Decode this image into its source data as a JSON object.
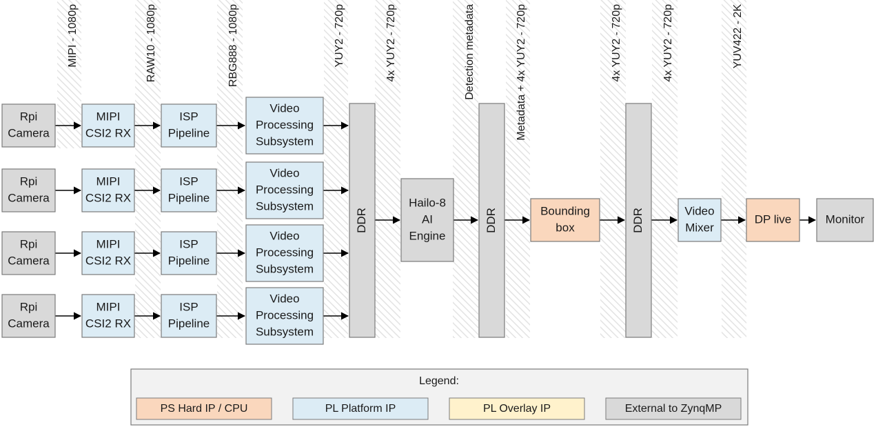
{
  "palette": {
    "ps_hard": "#fad7bd",
    "pl_platform": "#dcecf5",
    "pl_overlay": "#fff2cc",
    "external": "#d9d9d9",
    "stroke": "#7a7a7a",
    "hatch": "#e6e6e6",
    "legend_bg": "#f2f2f2"
  },
  "pipelines": [
    {
      "camera": [
        "Rpi",
        "Camera"
      ],
      "rx": [
        "MIPI",
        "CSI2 RX"
      ],
      "isp": [
        "ISP",
        "Pipeline"
      ],
      "vps": [
        "Video",
        "Processing",
        "Subsystem"
      ]
    },
    {
      "camera": [
        "Rpi",
        "Camera"
      ],
      "rx": [
        "MIPI",
        "CSI2 RX"
      ],
      "isp": [
        "ISP",
        "Pipeline"
      ],
      "vps": [
        "Video",
        "Processing",
        "Subsystem"
      ]
    },
    {
      "camera": [
        "Rpi",
        "Camera"
      ],
      "rx": [
        "MIPI",
        "CSI2 RX"
      ],
      "isp": [
        "ISP",
        "Pipeline"
      ],
      "vps": [
        "Video",
        "Processing",
        "Subsystem"
      ]
    },
    {
      "camera": [
        "Rpi",
        "Camera"
      ],
      "rx": [
        "MIPI",
        "CSI2 RX"
      ],
      "isp": [
        "ISP",
        "Pipeline"
      ],
      "vps": [
        "Video",
        "Processing",
        "Subsystem"
      ]
    }
  ],
  "ddr1": "DDR",
  "hailo": [
    "Hailo-8",
    "AI",
    "Engine"
  ],
  "ddr2": "DDR",
  "bbox": [
    "Bounding",
    "box"
  ],
  "ddr3": "DDR",
  "mixer": [
    "Video",
    "Mixer"
  ],
  "dplive": "DP live",
  "monitor": "Monitor",
  "format_labels": {
    "mipi": "MIPI - 1080p",
    "raw10": "RAW10 - 1080p",
    "rgb888": "RBG888 - 1080p",
    "yuy2": "YUY2 - 720p",
    "yuy2x4_a": "4x YUY2 - 720p",
    "detection": "Detection metadata",
    "metadata": "Metadata + 4x YUY2 - 720p",
    "yuy2x4_b": "4x YUY2 - 720p",
    "yuy2x4_c": "4x YUY2 - 720p",
    "yuv422": "YUV422 - 2K"
  },
  "legend": {
    "title": "Legend:",
    "items": [
      "PS Hard IP / CPU",
      "PL Platform IP",
      "PL Overlay IP",
      "External to ZynqMP"
    ]
  }
}
